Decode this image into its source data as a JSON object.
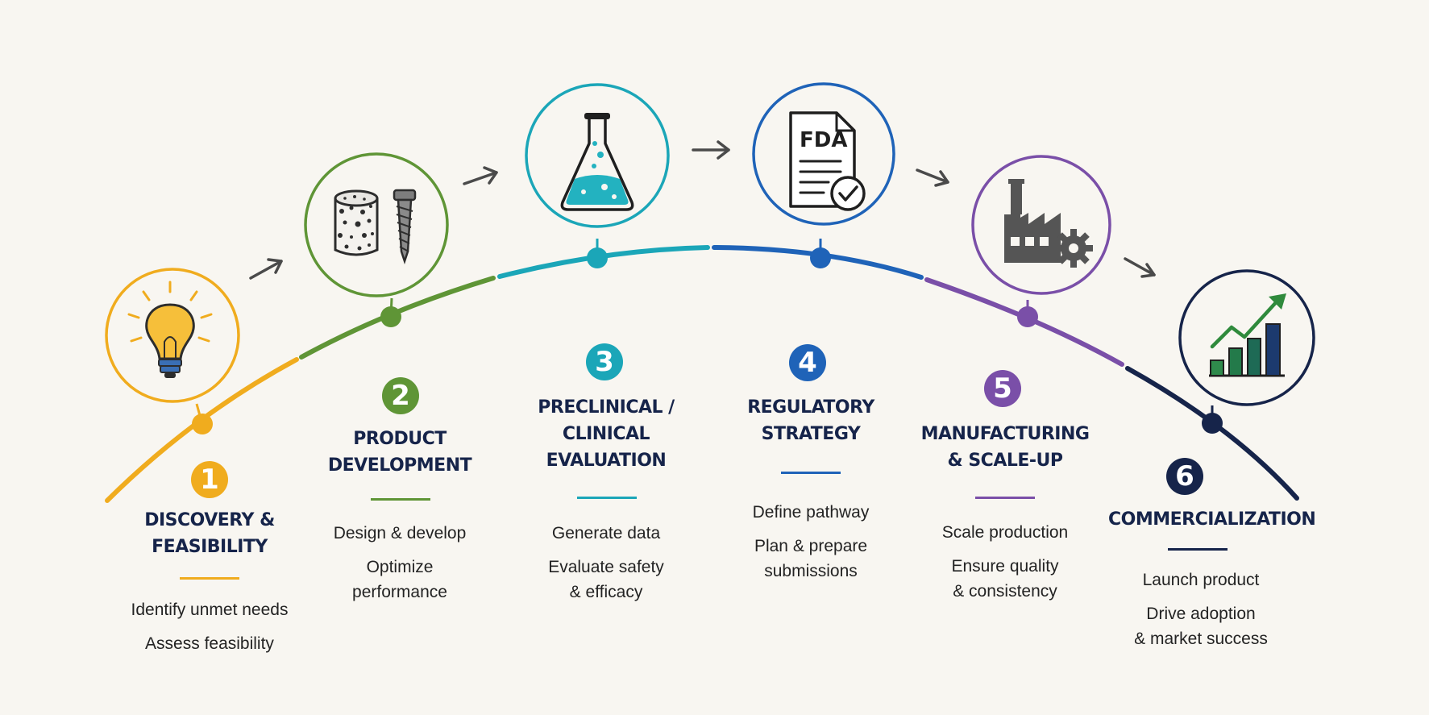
{
  "colors": {
    "background": "#f8f6f1",
    "stage1": "#f0ac1e",
    "stage2": "#5f9536",
    "stage3": "#1ba6b8",
    "stage4": "#1f63b8",
    "stage5": "#7a4fa8",
    "stage6": "#16244a",
    "arrow": "#4a4a4a"
  },
  "stages": [
    {
      "number": "1",
      "title_lines": [
        "DISCOVERY &",
        "FEASIBILITY"
      ],
      "descriptions": [
        "Identify unmet needs",
        "Assess feasibility"
      ],
      "icon": "lightbulb-icon"
    },
    {
      "number": "2",
      "title_lines": [
        "PRODUCT",
        "DEVELOPMENT"
      ],
      "descriptions": [
        "Design & develop",
        "Optimize",
        "performance"
      ],
      "icon": "implant-screw-icon"
    },
    {
      "number": "3",
      "title_lines": [
        "PRECLINICAL /",
        "CLINICAL",
        "EVALUATION"
      ],
      "descriptions": [
        "Generate data",
        "Evaluate safety",
        "& efficacy"
      ],
      "icon": "flask-icon"
    },
    {
      "number": "4",
      "title_lines": [
        "REGULATORY",
        "STRATEGY"
      ],
      "descriptions": [
        "Define pathway",
        "Plan & prepare",
        "submissions"
      ],
      "icon": "fda-document-icon",
      "icon_text": "FDA"
    },
    {
      "number": "5",
      "title_lines": [
        "MANUFACTURING",
        "& SCALE-UP"
      ],
      "descriptions": [
        "Scale production",
        "Ensure quality",
        "& consistency"
      ],
      "icon": "factory-gear-icon"
    },
    {
      "number": "6",
      "title_lines": [
        "COMMERCIALIZATION"
      ],
      "descriptions": [
        "Launch product",
        "Drive adoption",
        "& market success"
      ],
      "icon": "growth-chart-icon"
    }
  ]
}
